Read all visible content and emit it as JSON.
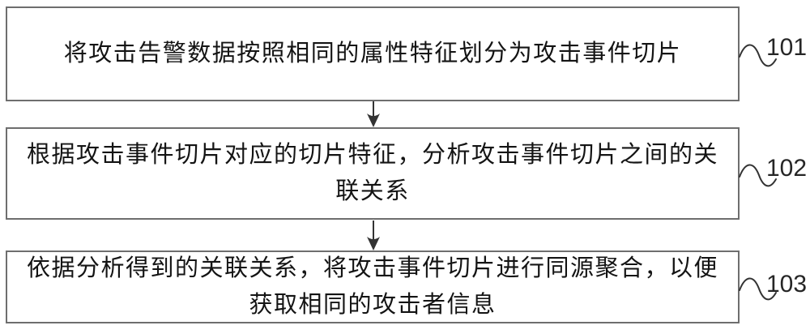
{
  "figure": {
    "type": "flowchart",
    "background_color": "#ffffff",
    "box_border_color": "#6e6e6e",
    "text_color": "#141414",
    "label_color": "#262626",
    "arrow_color": "#333333"
  },
  "steps": [
    {
      "label": "101",
      "lines": [
        "将攻击告警数据按照相同的属性特征划分为攻击事件切片"
      ]
    },
    {
      "label": "102",
      "lines": [
        "根据攻击事件切片对应的切片特征，分析攻击事件切片之间的关",
        "联关系"
      ]
    },
    {
      "label": "103",
      "lines": [
        "依据分析得到的关联关系，将攻击事件切片进行同源聚合，以便",
        "获取相同的攻击者信息"
      ]
    }
  ],
  "icons": {
    "down_arrow": "flow-connector-arrow",
    "squiggle": "reference-tilde-connector"
  }
}
